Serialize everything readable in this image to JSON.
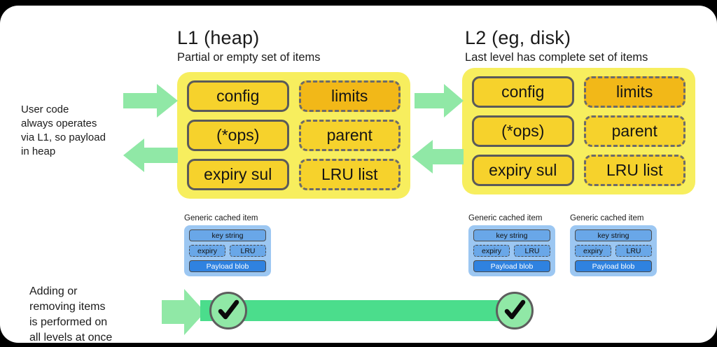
{
  "colors": {
    "panel_bg": "#F7EE5E",
    "field_bg": "#F6D22C",
    "field_accent_bg": "#F2B818",
    "field_border": "#5A5A5A",
    "arrow_green": "#90E8A6",
    "flow_green": "#4BDD8C",
    "card_bg": "#9CC7F2",
    "card_box_bg": "#69A7E8",
    "card_payload_bg": "#2F82E0",
    "canvas_bg": "#FFFFFF",
    "page_bg": "#000000",
    "text": "#1B1B1B"
  },
  "levels": [
    {
      "title": "L1 (heap)",
      "subtitle": "Partial or empty set of items",
      "left_fields": [
        {
          "label": "config",
          "style": "solid"
        },
        {
          "label": "(*ops)",
          "style": "solid"
        },
        {
          "label": "expiry sul",
          "style": "solid"
        }
      ],
      "right_fields": [
        {
          "label": "limits",
          "style": "dashed-accent"
        },
        {
          "label": "parent",
          "style": "dashed"
        },
        {
          "label": "LRU list",
          "style": "dashed"
        }
      ]
    },
    {
      "title": "L2 (eg, disk)",
      "subtitle": "Last level has complete set of items",
      "left_fields": [
        {
          "label": "config",
          "style": "solid"
        },
        {
          "label": "(*ops)",
          "style": "solid"
        },
        {
          "label": "expiry sul",
          "style": "solid"
        }
      ],
      "right_fields": [
        {
          "label": "limits",
          "style": "dashed-accent"
        },
        {
          "label": "parent",
          "style": "dashed"
        },
        {
          "label": "LRU list",
          "style": "dashed"
        }
      ]
    }
  ],
  "notes": {
    "user_code": "User code\nalways operates\nvia L1, so payload\nin heap",
    "adding_removing": "Adding or\nremoving items\nis performed on\nall levels at once"
  },
  "cached_items": [
    {
      "caption": "Generic cached item",
      "key_row": "key string",
      "mid_left": "expiry",
      "mid_right": "LRU",
      "payload": "Payload blob"
    },
    {
      "caption": "Generic cached item",
      "key_row": "key string",
      "mid_left": "expiry",
      "mid_right": "LRU",
      "payload": "Payload blob"
    },
    {
      "caption": "Generic cached item",
      "key_row": "key string",
      "mid_left": "expiry",
      "mid_right": "LRU",
      "payload": "Payload blob"
    }
  ],
  "flow": {
    "checkmarks": [
      "✓",
      "✓"
    ]
  }
}
